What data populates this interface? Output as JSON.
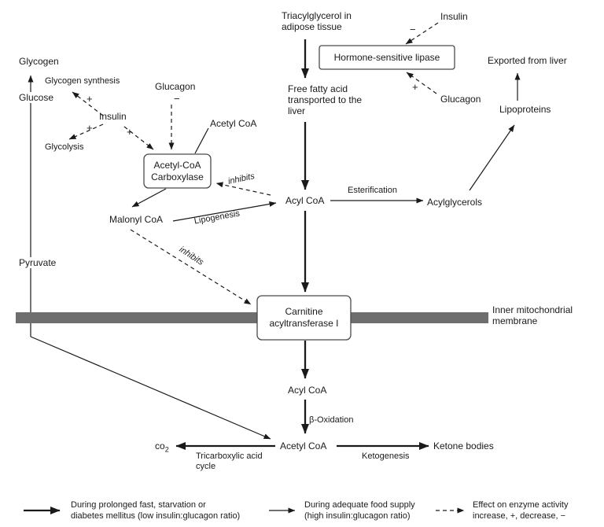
{
  "labels": {
    "glycogen": "Glycogen",
    "glycogen_synthesis": "Glycogen synthesis",
    "glucose": "Glucose",
    "insulin_left": "Insulin",
    "glucagon_left": "Glucagon",
    "glycolysis": "Glycolysis",
    "acetyl_coa_top": "Acetyl CoA",
    "pyruvate": "Pyruvate",
    "malonyl_coa": "Malonyl CoA",
    "lipogenesis": "Lipogenesis",
    "inhibits_upper": "inhibits",
    "inhibits_lower": "inhibits",
    "acyl_coa_cytosol": "Acyl CoA",
    "esterification": "Esterification",
    "acylglycerols": "Acylglycerols",
    "lipoproteins": "Lipoproteins",
    "exported_from_liver": "Exported from liver",
    "insulin_right": "Insulin",
    "glucagon_right": "Glucagon",
    "triacylglycerol_line1": "Triacylglycerol in",
    "triacylglycerol_line2": "adipose tissue",
    "ffa_line1": "Free fatty acid",
    "ffa_line2": "transported to the",
    "ffa_line3": "liver",
    "membrane_line1": "Inner mitochondrial",
    "membrane_line2": "membrane",
    "acyl_coa_mito": "Acyl CoA",
    "beta_oxidation": "β-Oxidation",
    "acetyl_coa_mito": "Acetyl CoA",
    "co2_main": "co",
    "co2_sub": "2",
    "tca_line1": "Tricarboxylic acid",
    "tca_line2": "cycle",
    "ketogenesis": "Ketogenesis",
    "ketone_bodies": "Ketone bodies",
    "plus_glycogen_synthesis": "+",
    "plus_glycolysis": "+",
    "plus_acc": "+",
    "minus_glucagon_left": "−",
    "minus_insulin_right": "−",
    "plus_glucagon_right": "+"
  },
  "boxes": {
    "hsl": "Hormone-sensitive lipase",
    "acc_line1": "Acetyl-CoA",
    "acc_line2": "Carboxylase",
    "cat_line1": "Carnitine",
    "cat_line2": "acyltransferase I"
  },
  "legend": {
    "items": [
      {
        "style": "bold",
        "line1": "During prolonged fast, starvation or",
        "line2": "diabetes mellitus (low insulin:glucagon ratio)"
      },
      {
        "style": "thin",
        "line1": "During adequate food supply",
        "line2": "(high insulin:glucagon ratio)"
      },
      {
        "style": "dashed",
        "line1": "Effect on enzyme activity",
        "line2": "increase, +, decrease, −"
      }
    ]
  },
  "colors": {
    "membrane": "#6e6e6e",
    "line": "#1a1a1a",
    "background": "#ffffff"
  }
}
